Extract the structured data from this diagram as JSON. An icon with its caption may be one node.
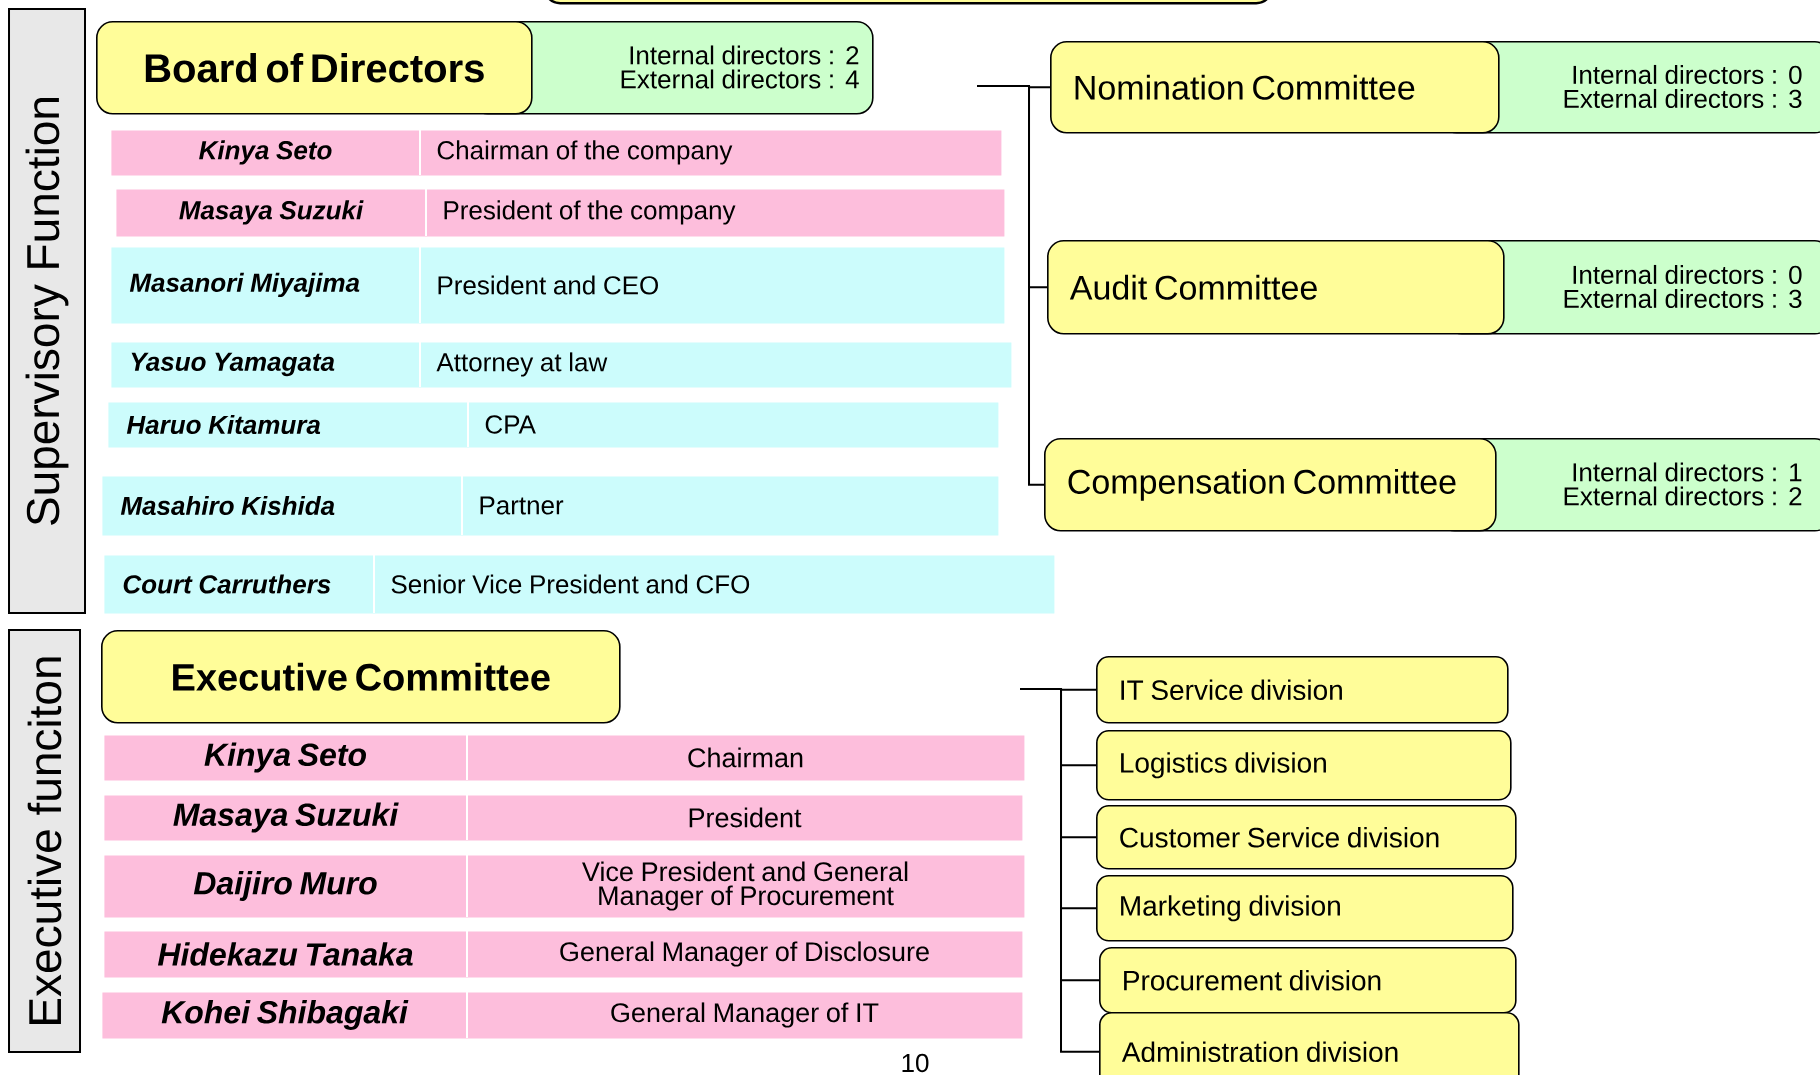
{
  "diagram": {
    "nodes": [
      {
        "text": [],
        "shape": "box"
      },
      {
        "text": [
          "Supervisory Function"
        ]
      },
      {
        "text": [
          "Board of Directors",
          "Internal directors : 2 External directors : 4"
        ]
      },
      {
        "text": [
          "Kinya Seto",
          "Chairman of the company"
        ]
      },
      {
        "text": [
          "Masaya Suzuki",
          "President of the company"
        ]
      },
      {
        "text": [
          "Masanori Miyajima",
          "President and CEO"
        ]
      },
      {
        "text": [
          "Yasuo Yamagata",
          "Attorney at law"
        ]
      },
      {
        "text": [
          "Haruo Kitamura",
          "CPA"
        ]
      },
      {
        "text": [
          "Masahiro Kishida",
          "Partner"
        ]
      },
      {
        "text": [
          "Court Carruthers",
          "Senior Vice President and CFO"
        ]
      },
      {
        "text": [
          "Nomination Committee",
          "Internal directors : 0 External directors : 3"
        ]
      },
      {
        "text": [
          "Audit Committee",
          "Internal directors : 0 External directors : 3"
        ]
      },
      {
        "text": [
          "Compensation Committee",
          "Internal directors : 1 External directors : 2"
        ]
      },
      {
        "text": [
          "Executive funciton"
        ]
      },
      {
        "text": [
          "Executive Committee"
        ]
      },
      {
        "text": [
          "Kinya Seto",
          "Chairman"
        ]
      },
      {
        "text": [
          "Masaya Suzuki",
          "President"
        ]
      },
      {
        "text": [
          "Daijiro Muro",
          "Vice President and General Manager of Procurement"
        ]
      },
      {
        "text": [
          "Hidekazu Tanaka",
          "General Manager of Disclosure"
        ]
      },
      {
        "text": [
          "Kohei Shibagaki",
          "General Manager of IT"
        ]
      },
      {
        "text": [
          "IT Service division"
        ]
      },
      {
        "text": [
          "Logistics division"
        ]
      },
      {
        "text": [
          "Customer Service division"
        ]
      },
      {
        "text": [
          "Marketing division"
        ]
      },
      {
        "text": [
          "Procurement division"
        ]
      },
      {
        "text": [
          "Administration division"
        ]
      }
    ],
    "edges": [
      {
        "from": null,
        "to": 10,
        "arrow": "none"
      },
      {
        "from": null,
        "to": 11,
        "arrow": "none"
      },
      {
        "from": null,
        "to": 12,
        "arrow": "none"
      },
      {
        "from": null,
        "to": 20,
        "arrow": "none"
      },
      {
        "from": null,
        "to": 21,
        "arrow": "none"
      },
      {
        "from": null,
        "to": 22,
        "arrow": "none"
      },
      {
        "from": null,
        "to": 23,
        "arrow": "none"
      },
      {
        "from": null,
        "to": 24,
        "arrow": "none"
      },
      {
        "from": null,
        "to": 25,
        "arrow": "none"
      }
    ],
    "labels": [
      "10"
    ]
  }
}
